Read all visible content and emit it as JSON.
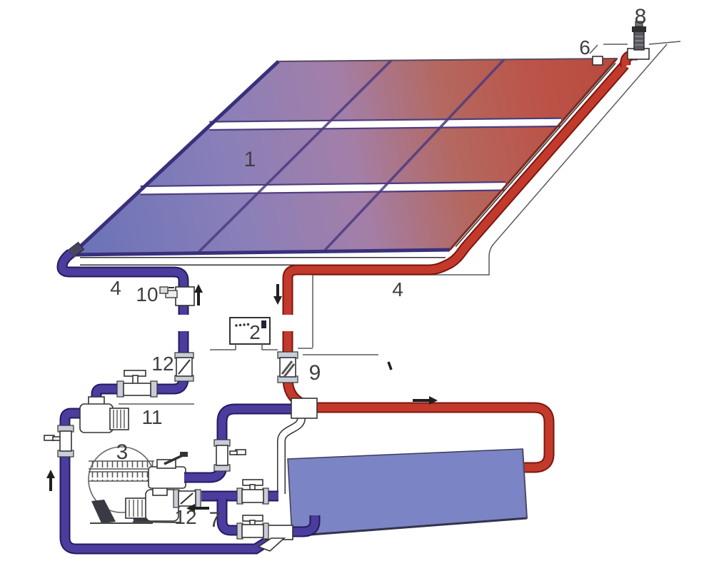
{
  "figure": {
    "kind": "solar pool heating system schematic"
  },
  "colors": {
    "cold_pipe": "#4a3d9e",
    "hot_pipe": "#c23a2c",
    "panel_cold_end": "#6b73b8",
    "panel_hot_end": "#b84a3e",
    "pool": "#7b84c4",
    "background": "#ffffff"
  },
  "labels": {
    "collector": "1",
    "controller": "2",
    "filter": "3",
    "cold_pipe": "4",
    "hot_pipe": "4",
    "collector_sensor": "6",
    "valve_group": "7",
    "air_relief_valve": "8",
    "check_valve": "9",
    "drain_fitting": "10",
    "solar_pump": "11",
    "check_valve_upper": "12",
    "check_valve_lower": "12"
  }
}
